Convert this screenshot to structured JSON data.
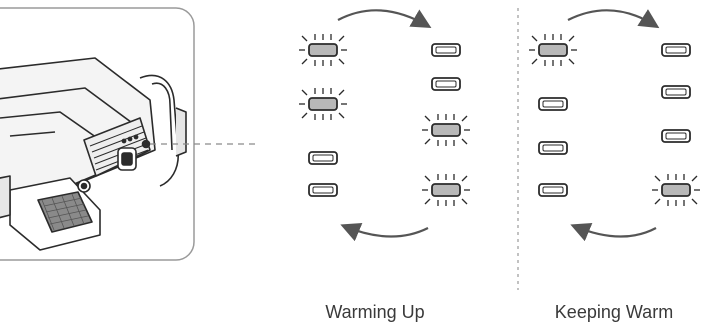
{
  "captions": {
    "warming_up": "Warming Up",
    "keeping_warm": "Keeping Warm"
  },
  "colors": {
    "led_lit": "#b8b8b8",
    "led_off": "#ffffff",
    "outline": "#2b2b2b",
    "arrow": "#555555",
    "divider": "#999999",
    "inset_border": "#9a9a9a"
  },
  "icons": {
    "device": "battery-device-illustration",
    "led": "led-indicator-icon",
    "arrow": "cycle-arrow-icon"
  },
  "panels": [
    {
      "name": "warming-up",
      "rows": [
        {
          "left": "lit",
          "right": "off"
        },
        {
          "left": "none",
          "right": "off"
        },
        {
          "left": "lit",
          "right": "lit"
        },
        {
          "left": "off",
          "right": "none"
        },
        {
          "left": "off",
          "right": "lit"
        }
      ]
    },
    {
      "name": "keeping-warm",
      "rows": [
        {
          "left": "lit",
          "right": "off"
        },
        {
          "left": "off",
          "right": "off"
        },
        {
          "left": "off",
          "right": "off"
        },
        {
          "left": "off",
          "right": "lit"
        }
      ]
    }
  ]
}
